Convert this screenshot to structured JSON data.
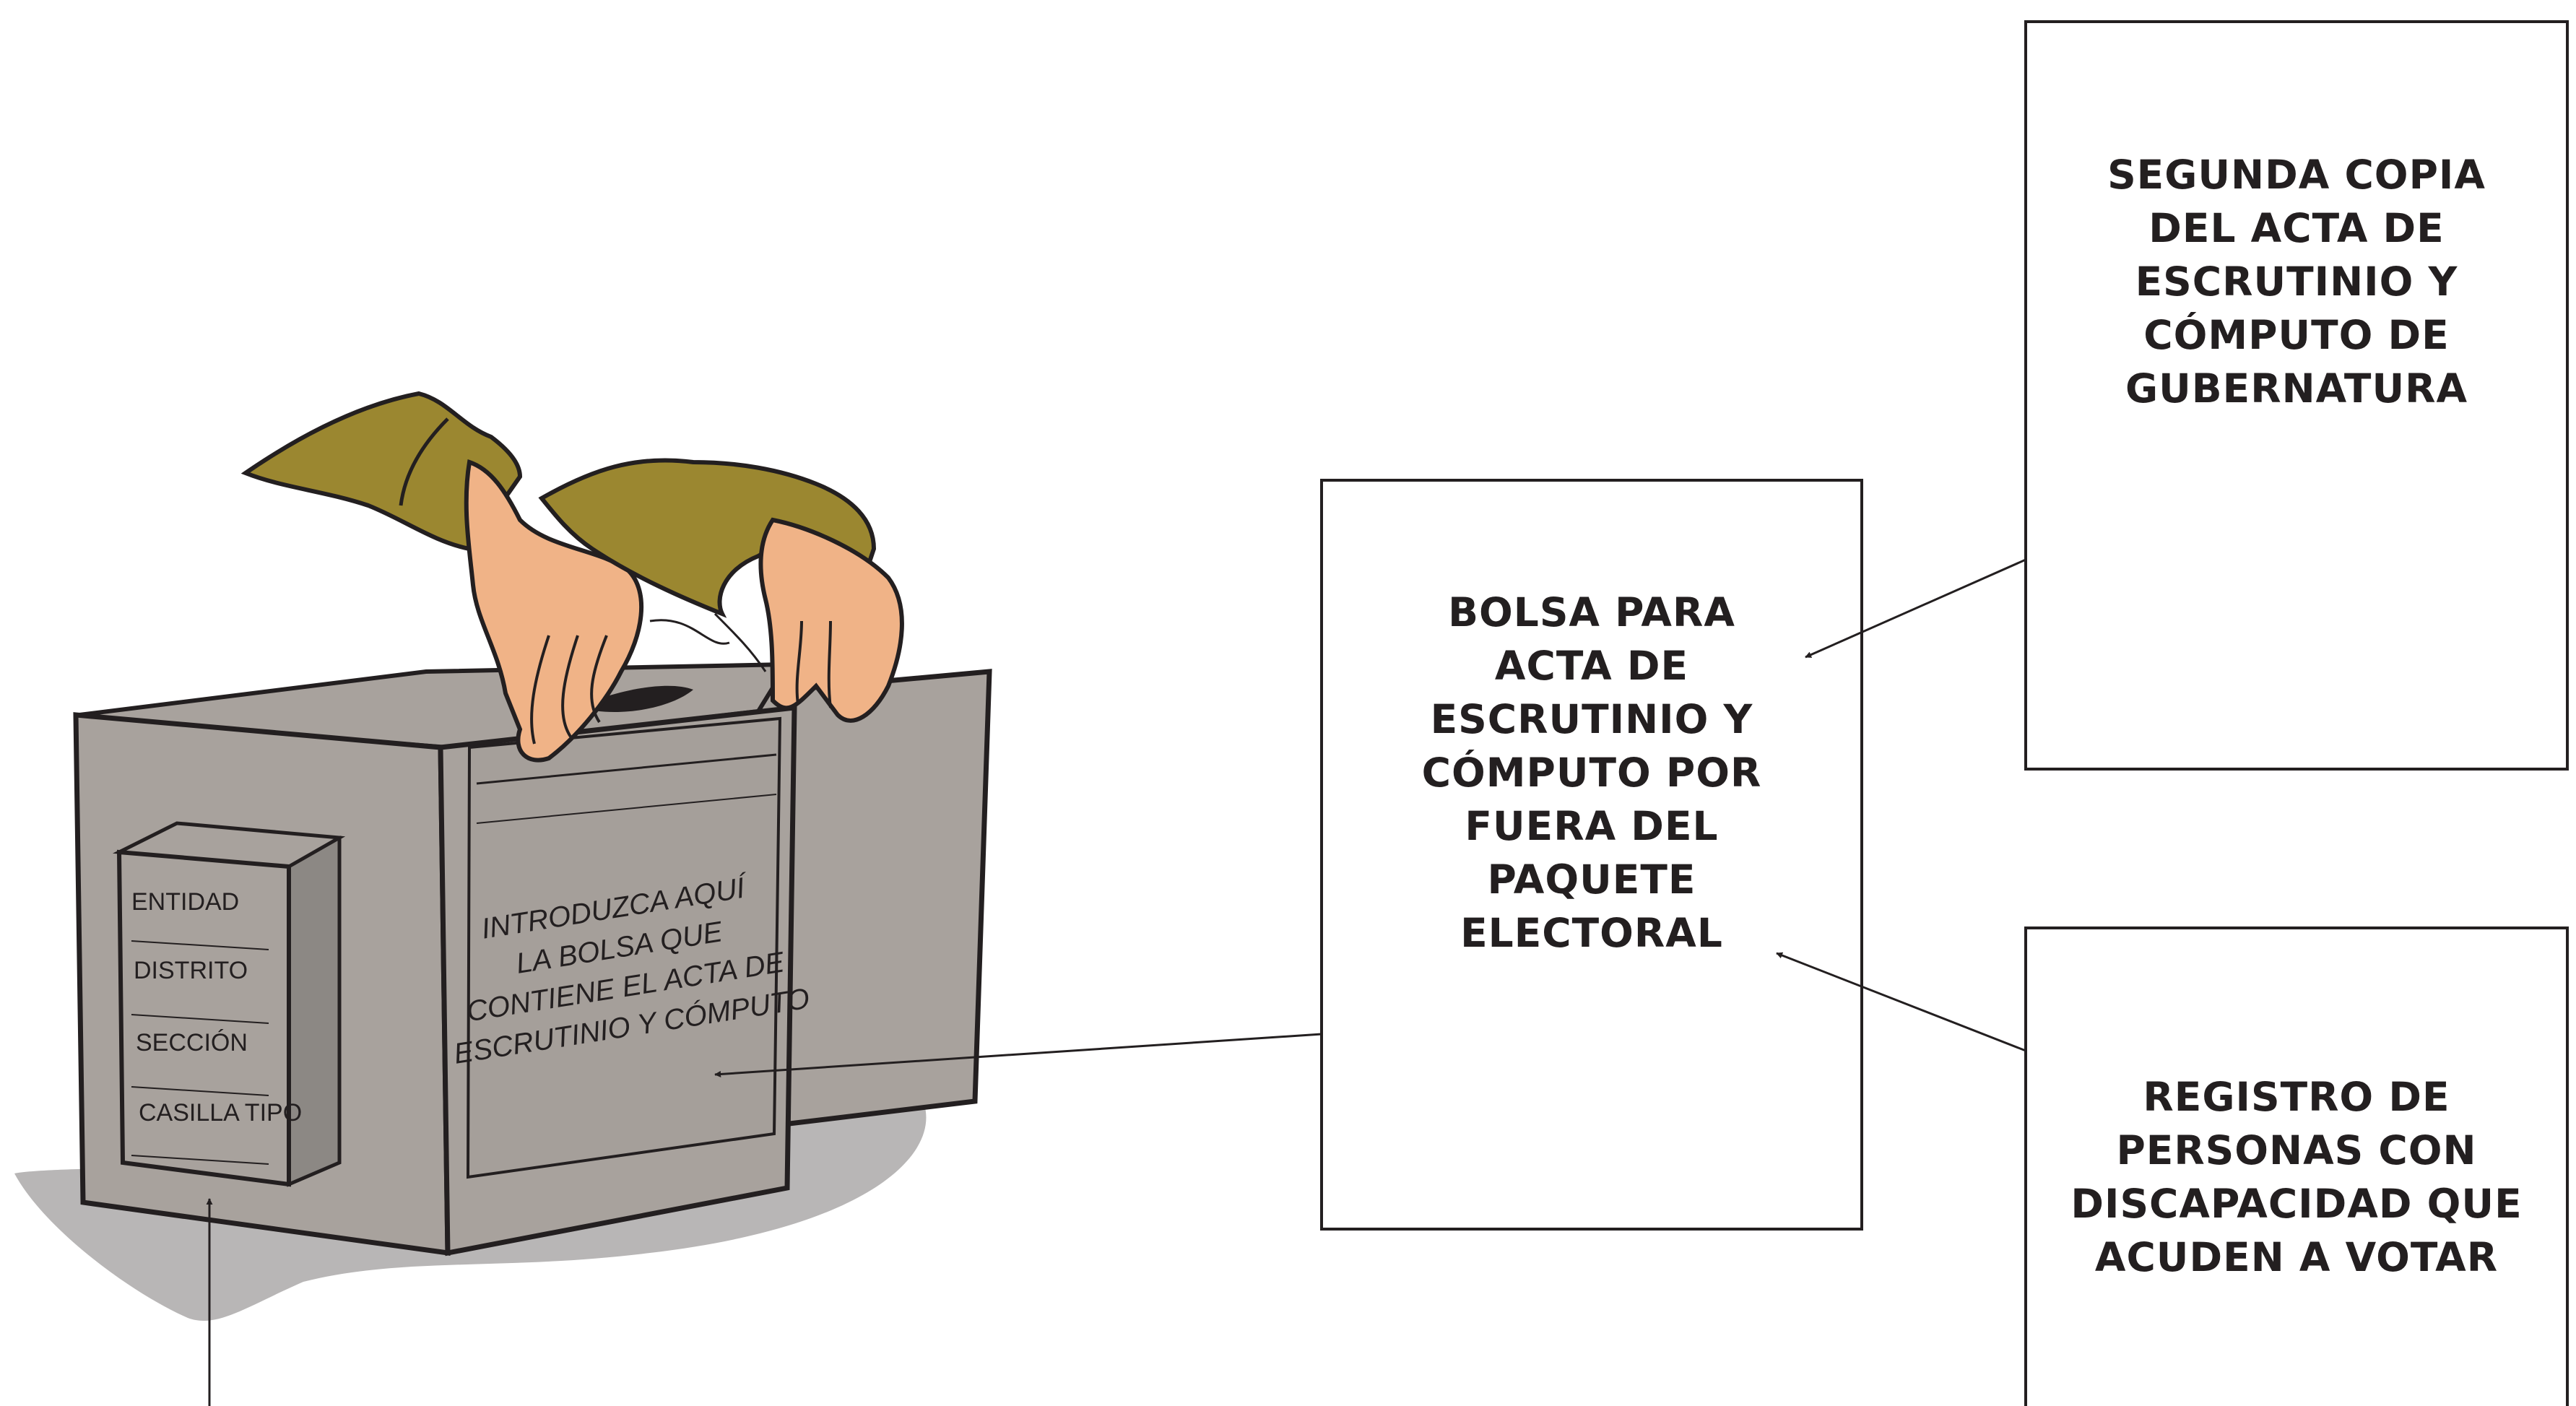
{
  "callouts": {
    "segunda_copia": [
      "SEGUNDA COPIA",
      "DEL ACTA DE",
      "ESCRUTINIO Y",
      "CÓMPUTO DE",
      "GUBERNATURA"
    ],
    "bolsa": [
      "BOLSA PARA",
      "ACTA DE",
      "ESCRUTINIO Y",
      "CÓMPUTO POR",
      "FUERA DEL",
      "PAQUETE",
      "ELECTORAL"
    ],
    "registro": [
      "REGISTRO DE",
      "PERSONAS CON",
      "DISCAPACIDAD QUE",
      "ACUDEN A VOTAR"
    ]
  },
  "package_label": {
    "fields": [
      "ENTIDAD",
      "DISTRITO",
      "SECCIÓN",
      "CASILLA TIPO"
    ]
  },
  "bag_instructions": [
    "INTRODUZCA AQUÍ",
    "LA BOLSA QUE",
    "CONTIENE EL ACTA DE",
    "ESCRUTINIO Y CÓMPUTO"
  ],
  "colors": {
    "box_gray": "#a8a29d",
    "box_dark": "#8c8884",
    "sleeve": "#9b8730",
    "skin": "#f0b387",
    "shadow": "#b8b6b6",
    "line": "#231f20"
  }
}
